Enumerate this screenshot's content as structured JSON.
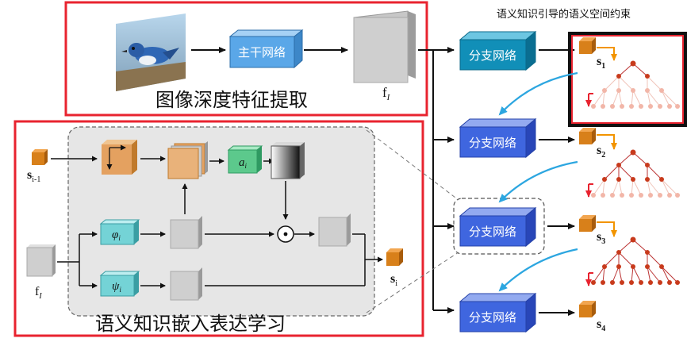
{
  "top_caption": "语义知识引导的语义空间约束",
  "section_feature": {
    "title": "图像深度特征提取",
    "backbone_label": "主干网络",
    "feature_label_main": "f",
    "feature_label_sub": "I"
  },
  "section_embed": {
    "title": "语义知识嵌入表达学习",
    "input_s_main": "s",
    "input_s_sub": "i-1",
    "phi_label": "φ",
    "phi_sub": "i",
    "psi_label": "ψ",
    "psi_sub": "i",
    "a_label": "a",
    "a_sub": "i",
    "feature_main": "f",
    "feature_sub": "I",
    "output_s_main": "s",
    "output_s_sub": "i"
  },
  "branches": [
    {
      "label": "分支网络",
      "s_main": "s",
      "s_sub": "1"
    },
    {
      "label": "分支网络",
      "s_main": "s",
      "s_sub": "2"
    },
    {
      "label": "分支网络",
      "s_main": "s",
      "s_sub": "3"
    },
    {
      "label": "分支网络",
      "s_main": "s",
      "s_sub": "4"
    }
  ],
  "colors": {
    "red_frame": "#e8232f",
    "backbone_blue": "#5aa7e8",
    "branch_teal": "#118fb8",
    "branch_blue": "#3f66df",
    "orange_cube": "#d8801a",
    "green_box": "#5cc98c",
    "cyan_box": "#74d3d6",
    "sky_arrow": "#2ca6e0",
    "orange_arrow": "#f29400"
  }
}
